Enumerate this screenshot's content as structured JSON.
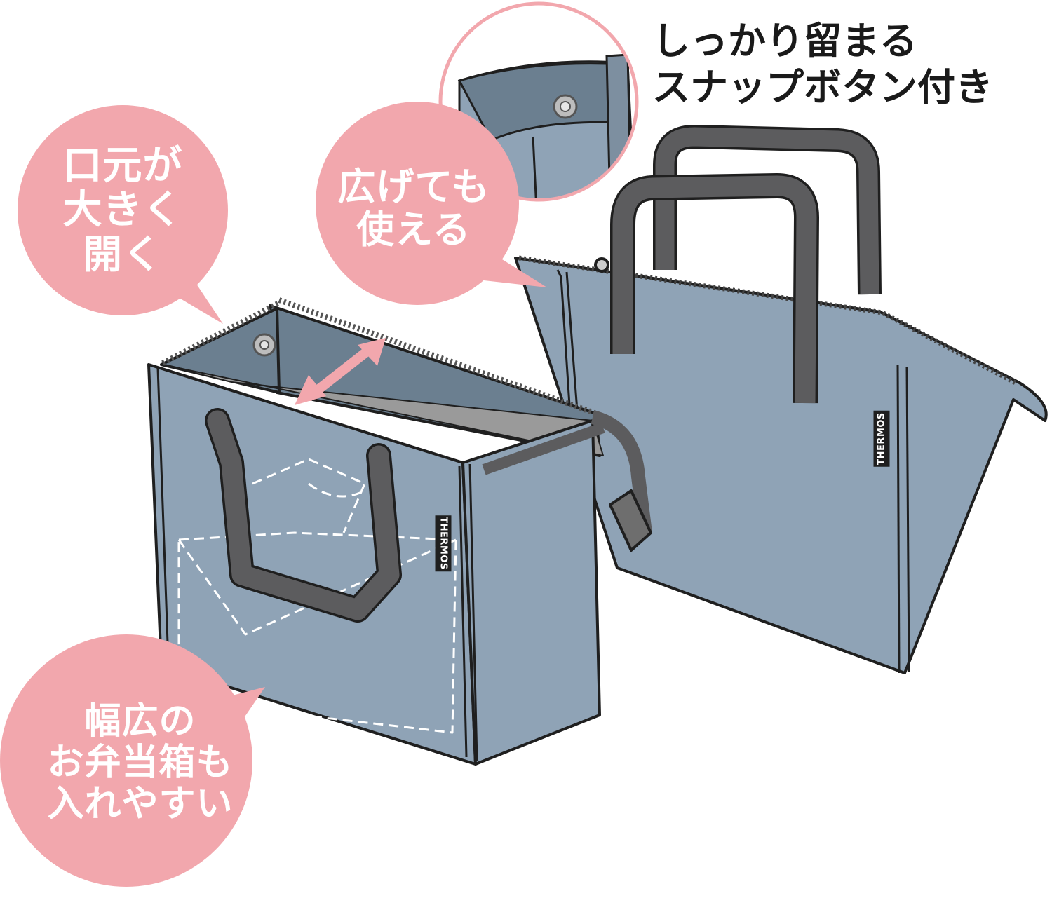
{
  "bubbles": {
    "opening": [
      "口元が",
      "大きく",
      "開く"
    ],
    "spread": [
      "広げても",
      "使える"
    ],
    "lunchbox": [
      "幅広の",
      "お弁当箱も",
      "入れやすい"
    ]
  },
  "headline": [
    "しっかり留まる",
    "スナップボタン付き"
  ],
  "brand_label": "THERMOS",
  "colors": {
    "bubble": "#f2a7ad",
    "bag": "#8fa3b6",
    "bag_dark": "#6b7f90",
    "handle": "#5c5c5e",
    "outline": "#1f1f1f"
  }
}
